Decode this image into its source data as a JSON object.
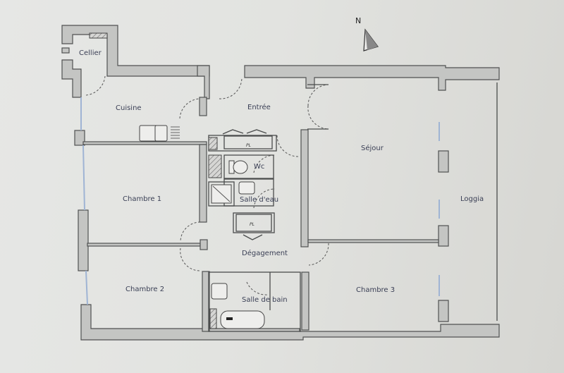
{
  "plan": {
    "compass": {
      "label": "N"
    },
    "rooms": {
      "cellier": "Cellier",
      "cuisine": "Cuisine",
      "entree": "Entrée",
      "sejour": "Séjour",
      "wc": "Wc",
      "salle_eau": "Salle d'eau",
      "chambre1": "Chambre 1",
      "chambre2": "Chambre 2",
      "chambre3": "Chambre 3",
      "degagement": "Dégagement",
      "salle_bain": "Salle de bain",
      "loggia": "Loggia"
    },
    "closets": {
      "pl1": "PL",
      "pl2": "PL"
    },
    "colors": {
      "wall": "#c4c5c3",
      "outline": "#505252",
      "text": "#3a3f55",
      "window": "#9fb4d4"
    }
  }
}
